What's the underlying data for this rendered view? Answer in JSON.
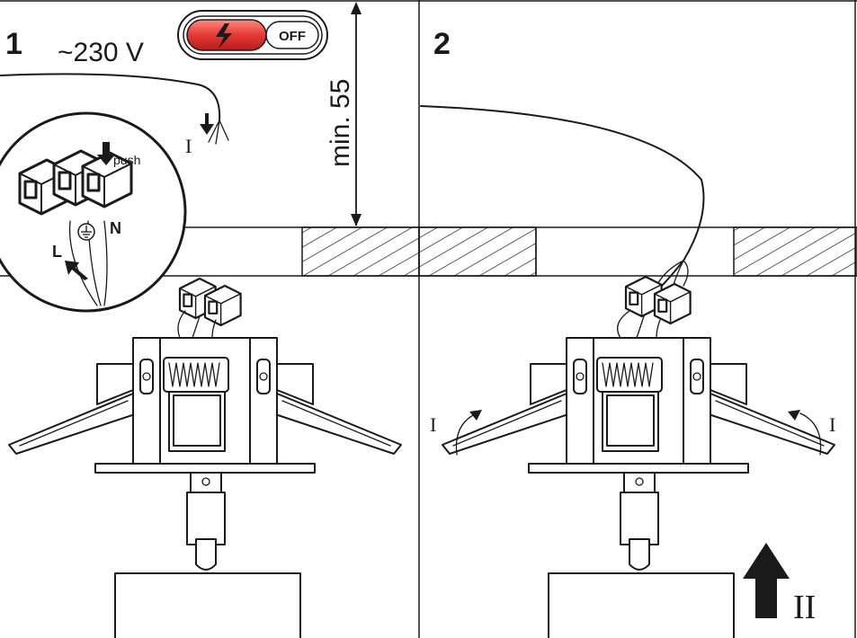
{
  "steps": [
    {
      "number": "1"
    },
    {
      "number": "2"
    }
  ],
  "panel1": {
    "voltage": "~230 V",
    "switch_label": "OFF",
    "depth_label": "min. 55",
    "cable_marker": "I",
    "inset": {
      "push_label": "push",
      "live_label": "L",
      "neutral_label": "N"
    }
  },
  "panel2": {
    "left_marker": "I",
    "right_marker": "I",
    "insert_marker": "II"
  },
  "colors": {
    "line": "#1a1a1a",
    "switch_red": "#e53935",
    "switch_red_light": "#ff8a80",
    "arrow_fill": "#1a1a1a"
  },
  "icons": {
    "switch": "lightning-icon",
    "ground": "ground-symbol-icon",
    "insert_arrow": "arrow-up-icon"
  }
}
